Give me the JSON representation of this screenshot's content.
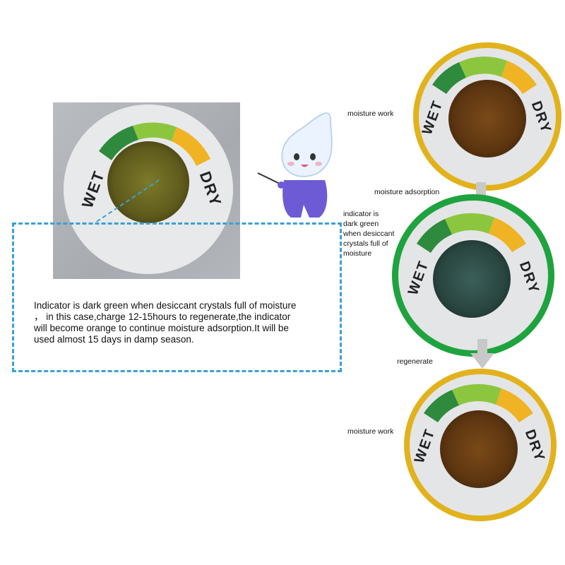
{
  "photo": {
    "gauge": {
      "wet": "WET",
      "dry": "DRY"
    }
  },
  "description": {
    "line1": "Indicator is dark green when desiccant crystals full of moisture",
    "line2": "，  in this case,charge 12-15hours to regenerate,the indicator",
    "line3": "will become orange to continue  moisture adsorption.It will be",
    "line4": "used almost 15 days in damp season."
  },
  "stages": [
    {
      "label": "moisture work",
      "wet": "WET",
      "dry": "DRY",
      "ring_color": "#e2b21c",
      "crystal_color": "#6b3e12"
    },
    {
      "label": "indicator is dark green when desiccant crystals full of moisture",
      "wet": "WET",
      "dry": "DRY",
      "ring_color": "#1fa33e",
      "crystal_color": "#2a4a45"
    },
    {
      "label": "moisture work",
      "wet": "WET",
      "dry": "DRY",
      "ring_color": "#e2b21c",
      "crystal_color": "#6b3e12"
    }
  ],
  "transitions": [
    {
      "label": "moisture adsorption",
      "icon": "arrow-down-icon"
    },
    {
      "label": "regenerate",
      "icon": "arrow-down-icon"
    }
  ],
  "indicator_note_lines": [
    "indicator is",
    "dark green",
    "when desiccant",
    "crystals full of",
    "moisture"
  ],
  "colors": {
    "dark_green": "#2e8a3c",
    "light_green": "#8cc63f",
    "orange": "#f0b323",
    "dashed_border": "#3aa0d5",
    "arrow": "#c8c8c8"
  }
}
